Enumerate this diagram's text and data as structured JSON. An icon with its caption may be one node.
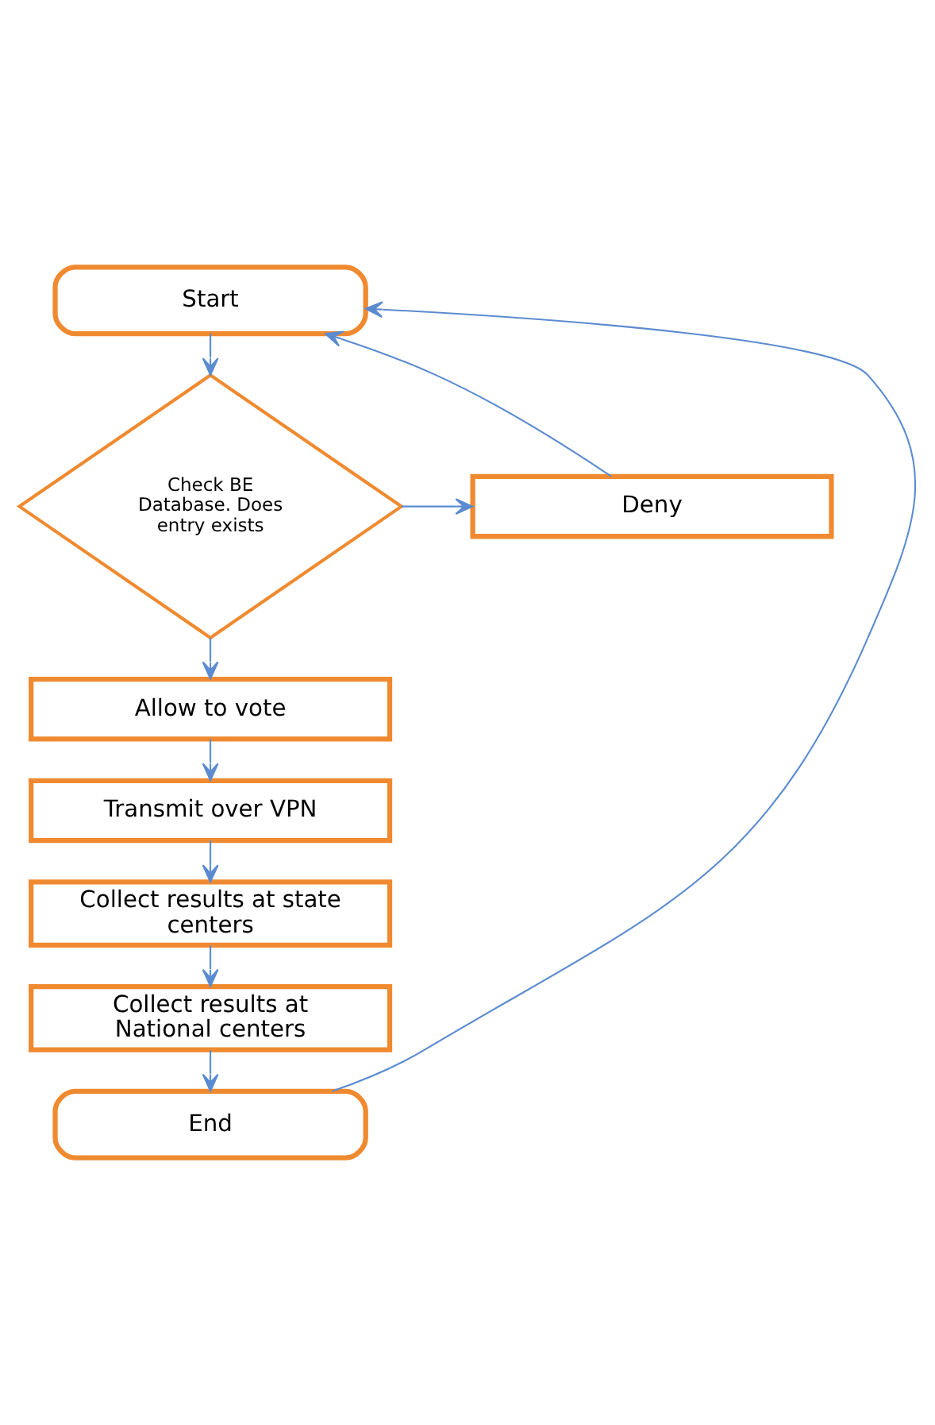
{
  "diagram": {
    "nodes": [
      {
        "text": [
          "Start"
        ]
      },
      {
        "text": [
          "Check BE Database. Does entry exists"
        ]
      },
      {
        "text": [
          "Deny"
        ]
      },
      {
        "text": [
          "Allow to vote"
        ]
      },
      {
        "text": [
          "Transmit over VPN"
        ]
      },
      {
        "text": [
          "Collect results at state centers"
        ]
      },
      {
        "text": [
          "Collect results at National centers"
        ]
      },
      {
        "text": [
          "End"
        ]
      }
    ],
    "edges": [
      {
        "from": 0,
        "to": 1,
        "arrow": "to"
      },
      {
        "from": 1,
        "to": 2,
        "arrow": "to"
      },
      {
        "from": 2,
        "to": 0,
        "arrow": "to"
      },
      {
        "from": 1,
        "to": 3,
        "arrow": "to"
      },
      {
        "from": 3,
        "to": 4,
        "arrow": "to"
      },
      {
        "from": 4,
        "to": 5,
        "arrow": "to"
      },
      {
        "from": 5,
        "to": 6,
        "arrow": "to"
      },
      {
        "from": 6,
        "to": 7,
        "arrow": "to"
      },
      {
        "from": 7,
        "to": 0,
        "arrow": "to"
      }
    ]
  }
}
